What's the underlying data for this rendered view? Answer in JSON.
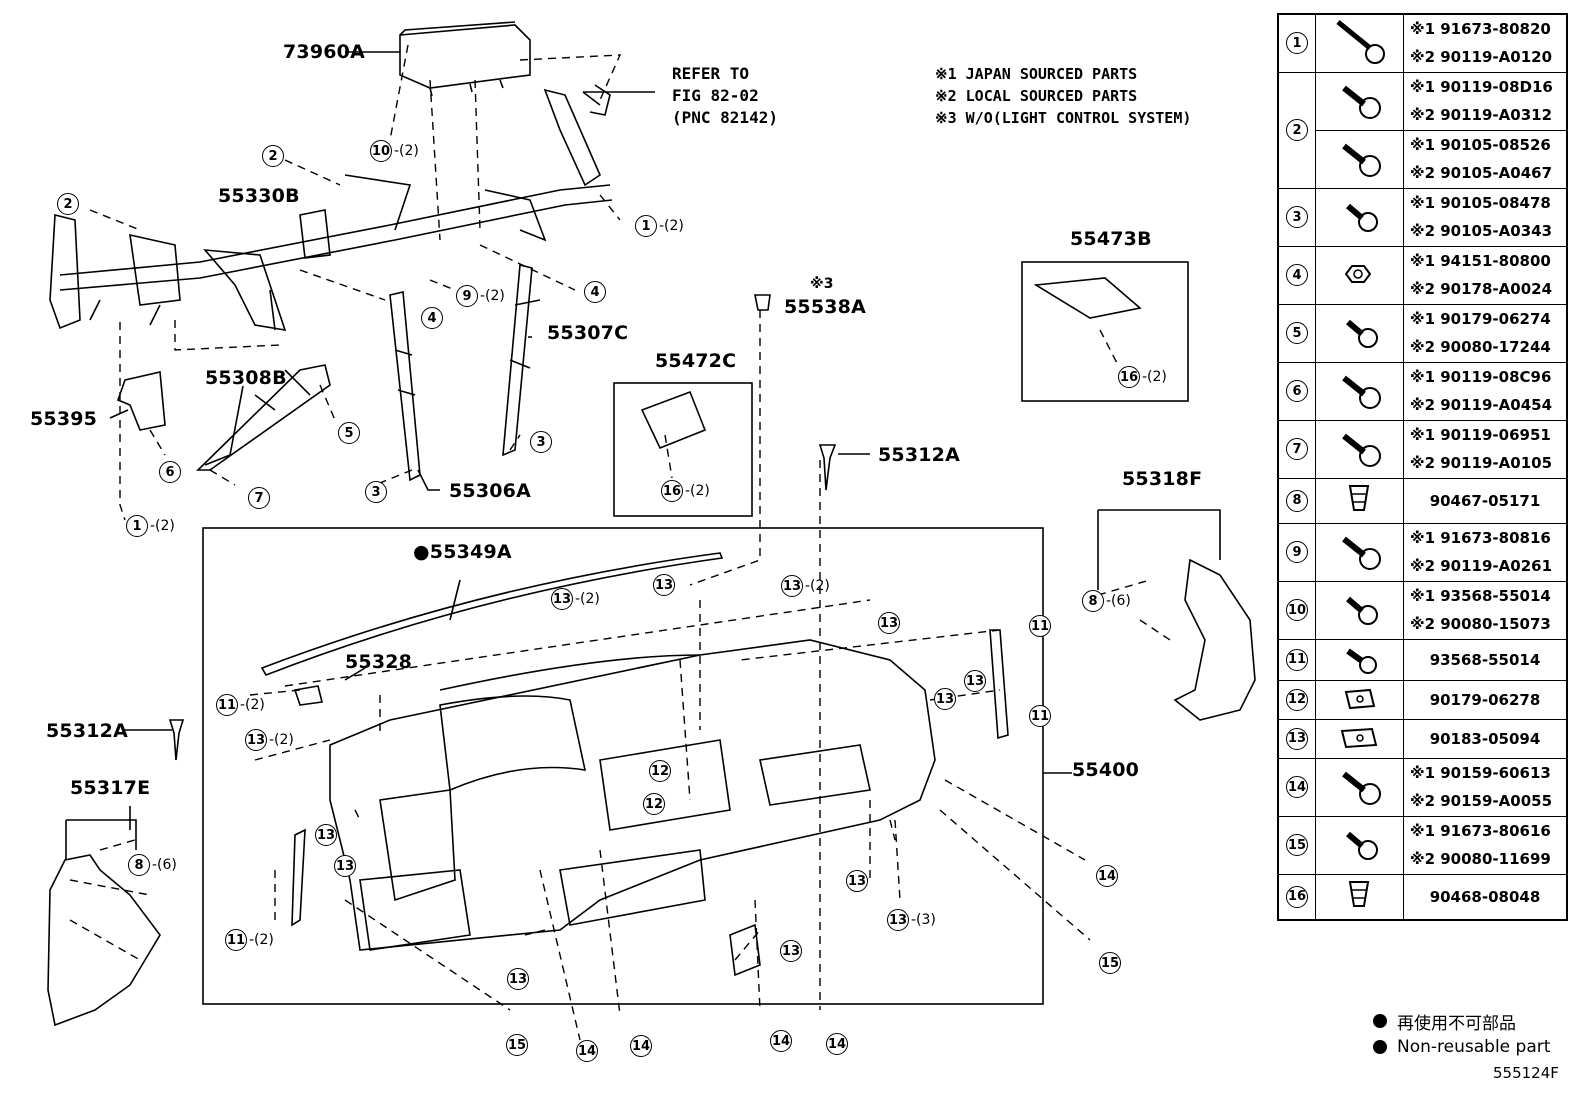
{
  "labels": {
    "airbag": "73960A",
    "reinforcement": "55330B",
    "bracket_55395": "55395",
    "brace_55308B": "55308B",
    "brace_55306A": "55306A",
    "brace_55307C": "55307C",
    "plug_55538A": "55538A",
    "plug_55538A_note": "※3",
    "cover_55472C": "55472C",
    "cover_55473B": "55473B",
    "clip_55312A_upper": "55312A",
    "clip_55312A_left": "55312A",
    "cover_55318F": "55318F",
    "cover_55317E": "55317E",
    "garnish_55349A": "●55349A",
    "panel_55328": "55328",
    "panel_55400": "55400"
  },
  "refer": {
    "line1": "REFER TO",
    "line2": "FIG 82-02",
    "line3": "(PNC 82142)"
  },
  "notes": [
    "※1 JAPAN SOURCED PARTS",
    "※2 LOCAL SOURCED PARTS",
    "※3 W/O(LIGHT CONTROL SYSTEM)"
  ],
  "callouts": [
    {
      "n": "10",
      "q": "-(2)"
    },
    {
      "n": "2",
      "q": ""
    },
    {
      "n": "2",
      "q": ""
    },
    {
      "n": "1",
      "q": "-(2)"
    },
    {
      "n": "9",
      "q": "-(2)"
    },
    {
      "n": "4",
      "q": ""
    },
    {
      "n": "4",
      "q": ""
    },
    {
      "n": "5",
      "q": ""
    },
    {
      "n": "6",
      "q": ""
    },
    {
      "n": "7",
      "q": ""
    },
    {
      "n": "3",
      "q": ""
    },
    {
      "n": "3",
      "q": ""
    },
    {
      "n": "1",
      "q": "-(2)"
    },
    {
      "n": "16",
      "q": "-(2)"
    },
    {
      "n": "16",
      "q": "-(2)"
    },
    {
      "n": "13",
      "q": "-(2)"
    },
    {
      "n": "13",
      "q": ""
    },
    {
      "n": "13",
      "q": "-(2)"
    },
    {
      "n": "13",
      "q": ""
    },
    {
      "n": "11",
      "q": ""
    },
    {
      "n": "11",
      "q": "-(2)"
    },
    {
      "n": "13",
      "q": "-(2)"
    },
    {
      "n": "13",
      "q": ""
    },
    {
      "n": "13",
      "q": ""
    },
    {
      "n": "11",
      "q": ""
    },
    {
      "n": "12",
      "q": ""
    },
    {
      "n": "12",
      "q": ""
    },
    {
      "n": "8",
      "q": "-(6)"
    },
    {
      "n": "8",
      "q": "-(6)"
    },
    {
      "n": "13",
      "q": ""
    },
    {
      "n": "13",
      "q": ""
    },
    {
      "n": "11",
      "q": "-(2)"
    },
    {
      "n": "13",
      "q": ""
    },
    {
      "n": "13",
      "q": "-(3)"
    },
    {
      "n": "14",
      "q": ""
    },
    {
      "n": "15",
      "q": ""
    },
    {
      "n": "13",
      "q": ""
    },
    {
      "n": "13",
      "q": ""
    },
    {
      "n": "15",
      "q": ""
    },
    {
      "n": "14",
      "q": ""
    },
    {
      "n": "14",
      "q": ""
    },
    {
      "n": "14",
      "q": ""
    },
    {
      "n": "14",
      "q": ""
    }
  ],
  "parts_table": [
    {
      "idx": "1",
      "icon": "long-bolt-icon",
      "nums": [
        "※1 91673-80820",
        "※2 90119-A0120"
      ]
    },
    {
      "idx": "2",
      "icon": "flange-bolt-icon",
      "nums": [
        "※1 90119-08D16",
        "※2 90119-A0312"
      ]
    },
    {
      "idx": "",
      "icon": "flange-bolt-icon",
      "nums": [
        "※1 90105-08526",
        "※2 90105-A0467"
      ]
    },
    {
      "idx": "3",
      "icon": "short-bolt-icon",
      "nums": [
        "※1 90105-08478",
        "※2 90105-A0343"
      ]
    },
    {
      "idx": "4",
      "icon": "nut-icon",
      "nums": [
        "※1 94151-80800",
        "※2 90178-A0024"
      ]
    },
    {
      "idx": "5",
      "icon": "short-bolt-icon",
      "nums": [
        "※1 90179-06274",
        "※2 90080-17244"
      ]
    },
    {
      "idx": "6",
      "icon": "flange-bolt-icon",
      "nums": [
        "※1 90119-08C96",
        "※2 90119-A0454"
      ]
    },
    {
      "idx": "7",
      "icon": "flange-bolt-icon",
      "nums": [
        "※1 90119-06951",
        "※2 90119-A0105"
      ]
    },
    {
      "idx": "8",
      "icon": "clip-icon",
      "nums": [
        "90467-05171"
      ]
    },
    {
      "idx": "9",
      "icon": "flange-bolt-icon",
      "nums": [
        "※1 91673-80816",
        "※2 90119-A0261"
      ]
    },
    {
      "idx": "10",
      "icon": "short-bolt-icon",
      "nums": [
        "※1 93568-55014",
        "※2 90080-15073"
      ]
    },
    {
      "idx": "11",
      "icon": "short-bolt-icon",
      "nums": [
        "93568-55014"
      ]
    },
    {
      "idx": "12",
      "icon": "spring-nut-icon",
      "nums": [
        "90179-06278"
      ]
    },
    {
      "idx": "13",
      "icon": "spring-nut-icon",
      "nums": [
        "90183-05094"
      ]
    },
    {
      "idx": "14",
      "icon": "flange-bolt-icon",
      "nums": [
        "※1 90159-60613",
        "※2 90159-A0055"
      ]
    },
    {
      "idx": "15",
      "icon": "short-bolt-icon",
      "nums": [
        "※1 91673-80616",
        "※2 90080-11699"
      ]
    },
    {
      "idx": "16",
      "icon": "clip-icon",
      "nums": [
        "90468-08048"
      ]
    }
  ],
  "legend": [
    "再使用不可部品",
    "Non-reusable part"
  ],
  "figure_number": "555124F"
}
